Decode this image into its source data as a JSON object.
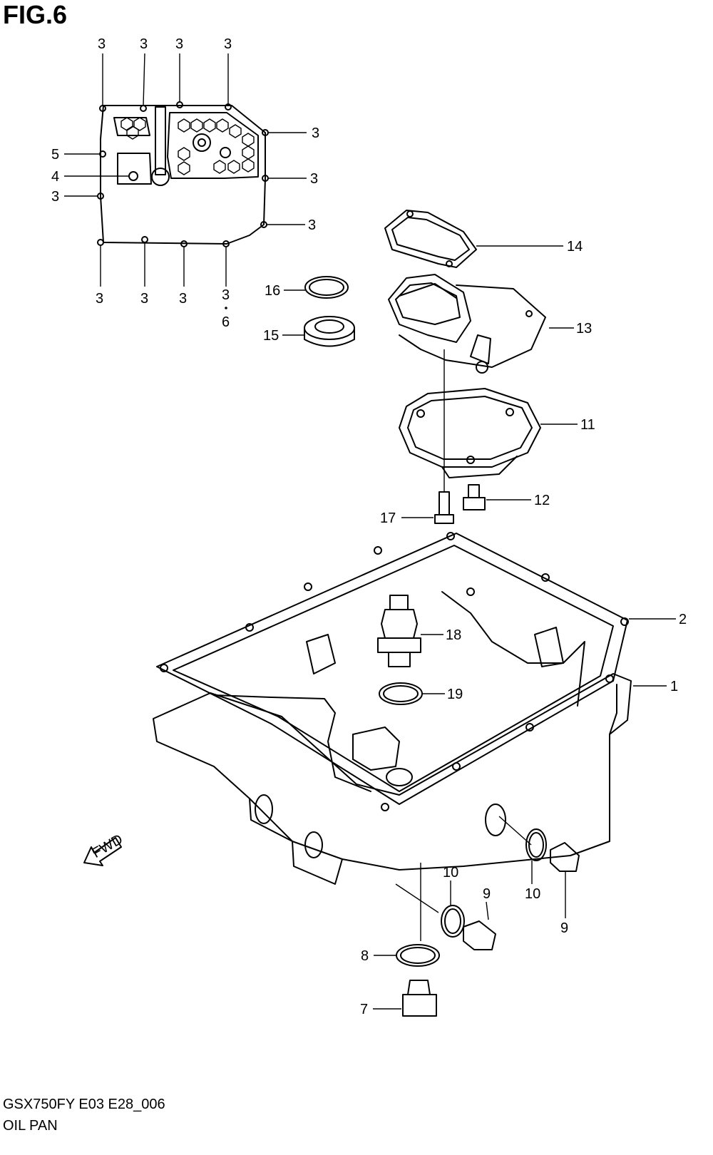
{
  "header": {
    "figure": "FIG.6"
  },
  "footer": {
    "model": "GSX750FY E03 E28_006",
    "title": "OIL PAN"
  },
  "callouts": [
    {
      "id": "c3a",
      "text": "3"
    },
    {
      "id": "c3b",
      "text": "3"
    },
    {
      "id": "c3c",
      "text": "3"
    },
    {
      "id": "c3d",
      "text": "3"
    },
    {
      "id": "c3e",
      "text": "3"
    },
    {
      "id": "c3f",
      "text": "3"
    },
    {
      "id": "c3g",
      "text": "3"
    },
    {
      "id": "c3h",
      "text": "3"
    },
    {
      "id": "c3i",
      "text": "3"
    },
    {
      "id": "c3j",
      "text": "3"
    },
    {
      "id": "c3k",
      "text": "3"
    },
    {
      "id": "c3l",
      "text": "3"
    },
    {
      "id": "c5",
      "text": "5"
    },
    {
      "id": "c4",
      "text": "4"
    },
    {
      "id": "c6",
      "text": "6"
    },
    {
      "id": "c14",
      "text": "14"
    },
    {
      "id": "c13",
      "text": "13"
    },
    {
      "id": "c16",
      "text": "16"
    },
    {
      "id": "c15",
      "text": "15"
    },
    {
      "id": "c11",
      "text": "11"
    },
    {
      "id": "c12",
      "text": "12"
    },
    {
      "id": "c17",
      "text": "17"
    },
    {
      "id": "c2",
      "text": "2"
    },
    {
      "id": "c18",
      "text": "18"
    },
    {
      "id": "c1",
      "text": "1"
    },
    {
      "id": "c19",
      "text": "19"
    },
    {
      "id": "c10a",
      "text": "10"
    },
    {
      "id": "c10b",
      "text": "10"
    },
    {
      "id": "c9a",
      "text": "9"
    },
    {
      "id": "c9b",
      "text": "9"
    },
    {
      "id": "c8",
      "text": "8"
    },
    {
      "id": "c7",
      "text": "7"
    }
  ],
  "fwd_label": "FWD"
}
